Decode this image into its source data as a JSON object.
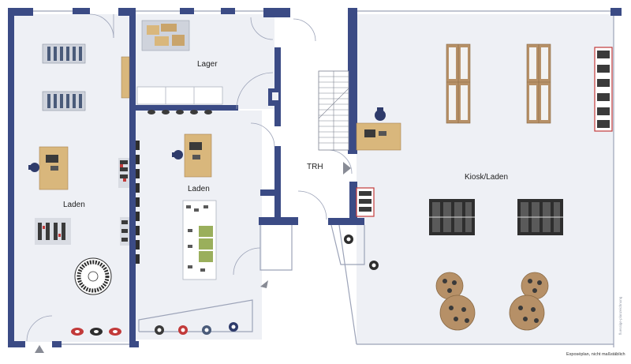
{
  "rooms": {
    "lager": "Lager",
    "laden_left": "Laden",
    "laden_center": "Laden",
    "trh": "TRH",
    "kiosk": "Kiosk/Laden"
  },
  "footer": {
    "note": "Exposéplan, nicht maßstäblich",
    "watermark": "fluessige-planzeichnung"
  },
  "colors": {
    "wall": "#3b4b85",
    "floor": "#eef0f5",
    "wood": "#d9b77c",
    "shelf": "#b69067",
    "red": "#c23a3a",
    "dark": "#2e2e2e",
    "green": "#9aaf5c",
    "arrow": "#888b95"
  },
  "icons": {
    "stairs": "stairs-icon",
    "arrow": "direction-arrow-icon",
    "desk": "desk-chair-icon"
  }
}
